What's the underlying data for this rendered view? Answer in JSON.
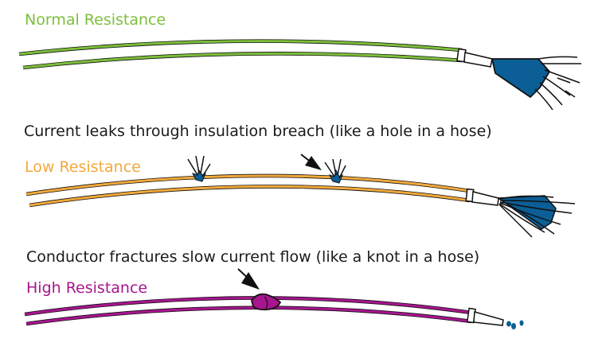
{
  "colors": {
    "normal": "#7cbf3a",
    "low": "#f2a93b",
    "high": "#a8158f",
    "water": "#0b5f96",
    "ink": "#111111"
  },
  "sections": {
    "normal": {
      "title": "Normal Resistance"
    },
    "low": {
      "title": "Low Resistance",
      "caption": "Current leaks through insulation breach (like a hole in a hose)"
    },
    "high": {
      "title": "High Resistance",
      "caption": "Conductor fractures slow current flow (like a knot in a hose)"
    }
  }
}
